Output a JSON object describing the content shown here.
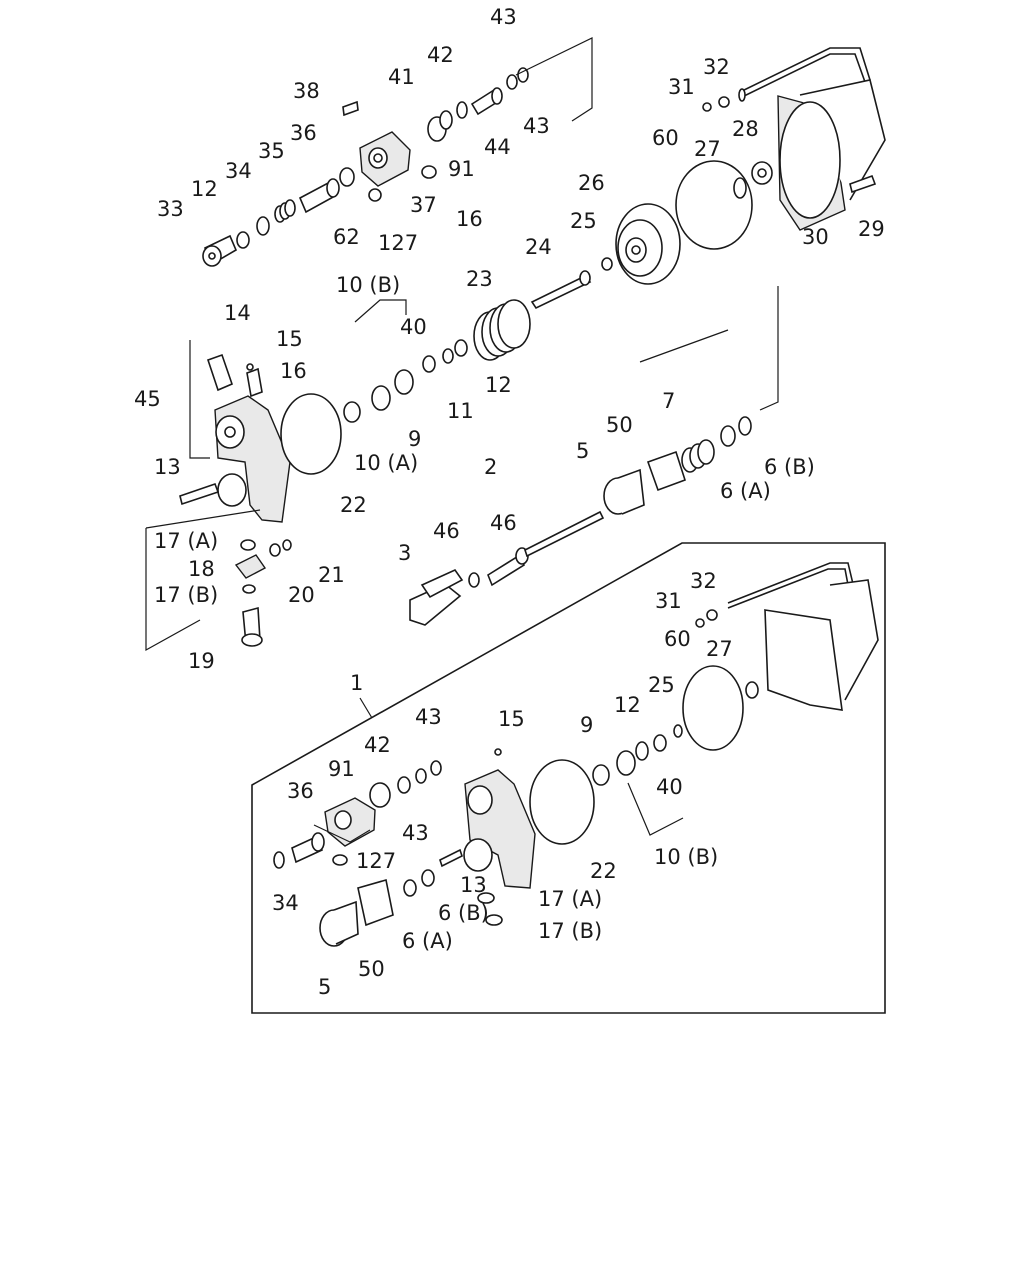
{
  "callouts": {
    "c43a": "43",
    "c42a": "42",
    "c41": "41",
    "c38": "38",
    "c44": "44",
    "c43b": "43",
    "c36a": "36",
    "c35": "35",
    "c34a": "34",
    "c12a": "12",
    "c33": "33",
    "c91a": "91",
    "c37": "37",
    "c16a": "16",
    "c62": "62",
    "c127a": "127",
    "c31a": "31",
    "c32a": "32",
    "c60a": "60",
    "c27a": "27",
    "c28": "28",
    "c26": "26",
    "c25a": "25",
    "c30": "30",
    "c29": "29",
    "c24": "24",
    "c23": "23",
    "c10b_a": "10 (B)",
    "c40a": "40",
    "c11": "11",
    "c12b": "12",
    "c14": "14",
    "c15a": "15",
    "c16b": "16",
    "c45": "45",
    "c13a": "13",
    "c9a": "9",
    "c10a": "10 (A)",
    "c22a": "22",
    "c7": "7",
    "c50a": "50",
    "c5a": "5",
    "c6b_a": "6 (B)",
    "c6a_a": "6 (A)",
    "c2": "2",
    "c3": "3",
    "c46a": "46",
    "c46b": "46",
    "c17a_a": "17 (A)",
    "c18": "18",
    "c17b_a": "17 (B)",
    "c19": "19",
    "c20": "20",
    "c21": "21",
    "c1": "1",
    "c31b": "31",
    "c32b": "32",
    "c60b": "60",
    "c27b": "27",
    "c25b": "25",
    "c12c": "12",
    "c15b": "15",
    "c9b": "9",
    "c43c": "43",
    "c42b": "42",
    "c91b": "91",
    "c36b": "36",
    "c43d": "43",
    "c40b": "40",
    "c10b_b": "10 (B)",
    "c127b": "127",
    "c34b": "34",
    "c13b": "13",
    "c6b_b": "6 (B)",
    "c6a_b": "6 (A)",
    "c17a_b": "17 (A)",
    "c17b_b": "17 (B)",
    "c22b": "22",
    "c5b": "5",
    "c50b": "50"
  }
}
